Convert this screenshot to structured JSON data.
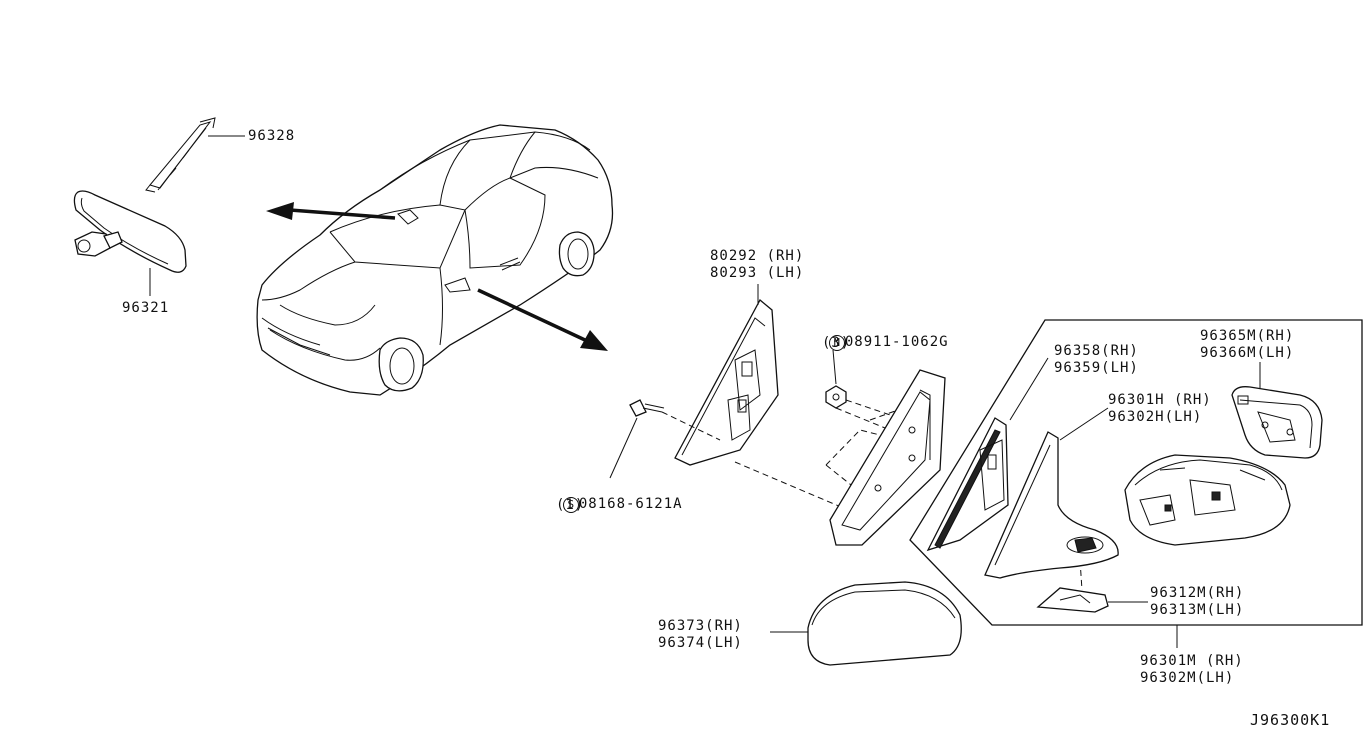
{
  "diagram": {
    "id_code": "J96300K1",
    "parts": {
      "p96328": "96328",
      "p96321": "96321",
      "p80292": "80292 (RH)",
      "p80293": "80293 (LH)",
      "nut": "08911-1062G",
      "nut_qty": "(3)",
      "bolt": "08168-6121A",
      "bolt_qty": "(1)",
      "p96358": "96358(RH)",
      "p96359": "96359(LH)",
      "p96365": "96365M(RH)",
      "p96366": "96366M(LH)",
      "p96301h": "96301H (RH)",
      "p96302h": "96302H(LH)",
      "p96312": "96312M(RH)",
      "p96313": "96313M(LH)",
      "p96373": "96373(RH)",
      "p96374": "96374(LH)",
      "p96301m": "96301M (RH)",
      "p96302m": "96302M(LH)"
    },
    "symbols": {
      "nut_symbol": "N",
      "bolt_symbol": "S"
    }
  }
}
